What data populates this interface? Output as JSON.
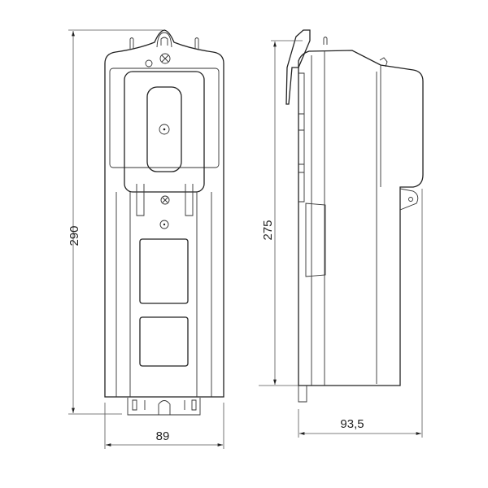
{
  "dimensions": {
    "front_height": "290",
    "front_width": "89",
    "side_height": "275",
    "side_depth": "93,5"
  },
  "colors": {
    "line": "#222222",
    "background": "#ffffff"
  }
}
